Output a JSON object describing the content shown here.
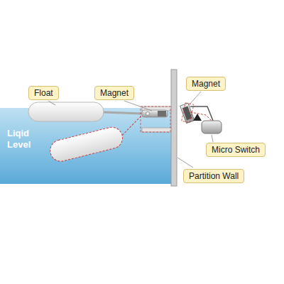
{
  "diagram": {
    "labels": [
      "Float",
      "Magnet",
      "Liqid Level",
      "Magnet",
      "Micro Switch",
      "Partition Wall"
    ]
  }
}
